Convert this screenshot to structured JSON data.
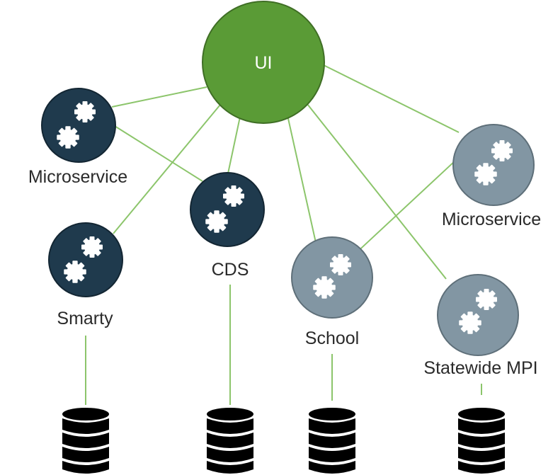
{
  "colors": {
    "line": "#8cc56b",
    "ui_fill": "#5a9b36",
    "ui_stroke": "#3f6e25",
    "dark_fill": "#1f3a4d",
    "dark_stroke": "#132633",
    "light_fill": "#8296a3",
    "light_stroke": "#5e6f79",
    "gear": "#ffffff",
    "database": "#000000"
  },
  "nodes": {
    "ui": {
      "label": "UI"
    },
    "microservice_left": {
      "label": "Microservice",
      "icon": "gears-icon"
    },
    "cds": {
      "label": "CDS",
      "icon": "gears-icon"
    },
    "smarty": {
      "label": "Smarty",
      "icon": "gears-icon"
    },
    "school": {
      "label": "School",
      "icon": "gears-icon"
    },
    "microservice_right": {
      "label": "Microservice",
      "icon": "gears-icon"
    },
    "statewide_mpi": {
      "label": "Statewide MPI",
      "icon": "gears-icon"
    }
  },
  "databases": [
    "database-icon",
    "database-icon",
    "database-icon",
    "database-icon"
  ]
}
